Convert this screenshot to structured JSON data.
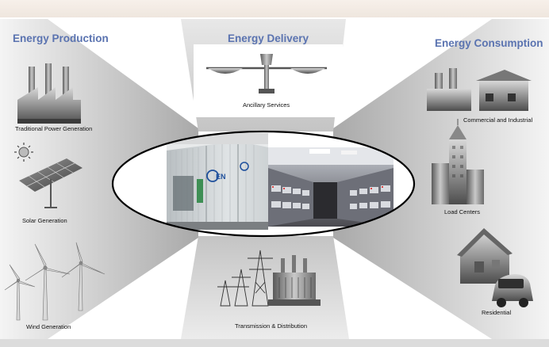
{
  "headings": {
    "production": "Energy Production",
    "delivery": "Energy Delivery",
    "consumption": "Energy Consumption"
  },
  "labels": {
    "traditional": "Traditional Power Generation",
    "solar": "Solar Generation",
    "wind": "Wind Generation",
    "ancillary": "Ancillary Services",
    "transmission": "Transmission & Distribution",
    "commercial": "Commercial and Industrial",
    "load_centers": "Load Centers",
    "residential": "Residential"
  },
  "container_logo": "EN",
  "colors": {
    "heading": "#5a73b0",
    "panel_gray": "#bdbdbd",
    "ellipse_stroke": "#000000"
  }
}
